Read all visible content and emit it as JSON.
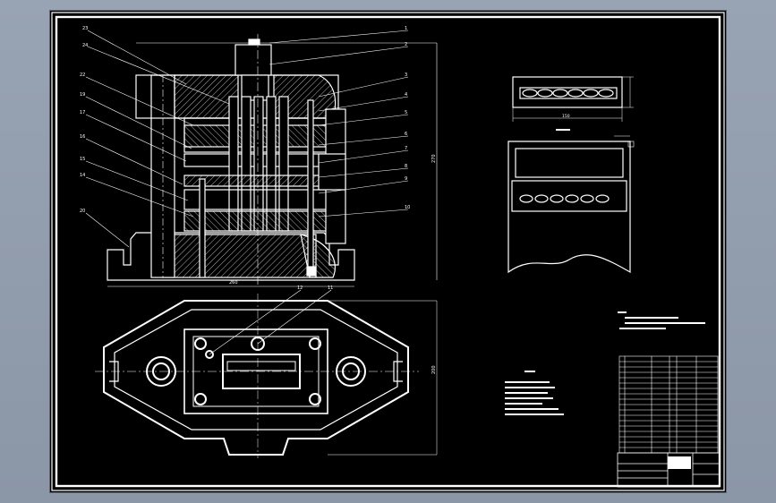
{
  "colors": {
    "canvas": "#000000",
    "lines": "#ffffff",
    "workspace": "#8e99aa"
  },
  "balloons_left": [
    "23",
    "24",
    "22",
    "19",
    "17",
    "16",
    "15",
    "14",
    "20"
  ],
  "balloons_right": [
    "1",
    "2",
    "3",
    "4",
    "5",
    "6",
    "7",
    "8",
    "9",
    "10"
  ],
  "balloons_plan": [
    "12",
    "11"
  ],
  "dims": {
    "front_width": "260",
    "front_height": "270",
    "plan_height": "200",
    "strip_width": "150"
  }
}
